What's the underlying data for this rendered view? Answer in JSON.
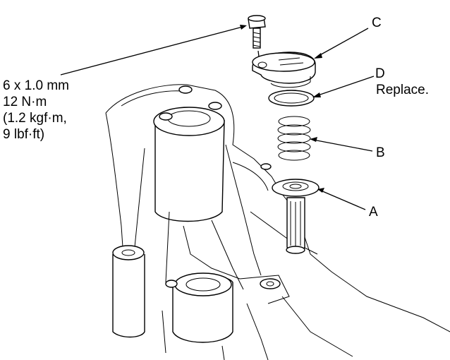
{
  "spec": {
    "lines": [
      "6 x 1.0 mm",
      "12 N·m",
      "(1.2 kgf·m,",
      "9 lbf·ft)"
    ]
  },
  "callouts": {
    "a": "A",
    "b": "B",
    "c": "C",
    "d": "D",
    "d_note": "Replace."
  }
}
